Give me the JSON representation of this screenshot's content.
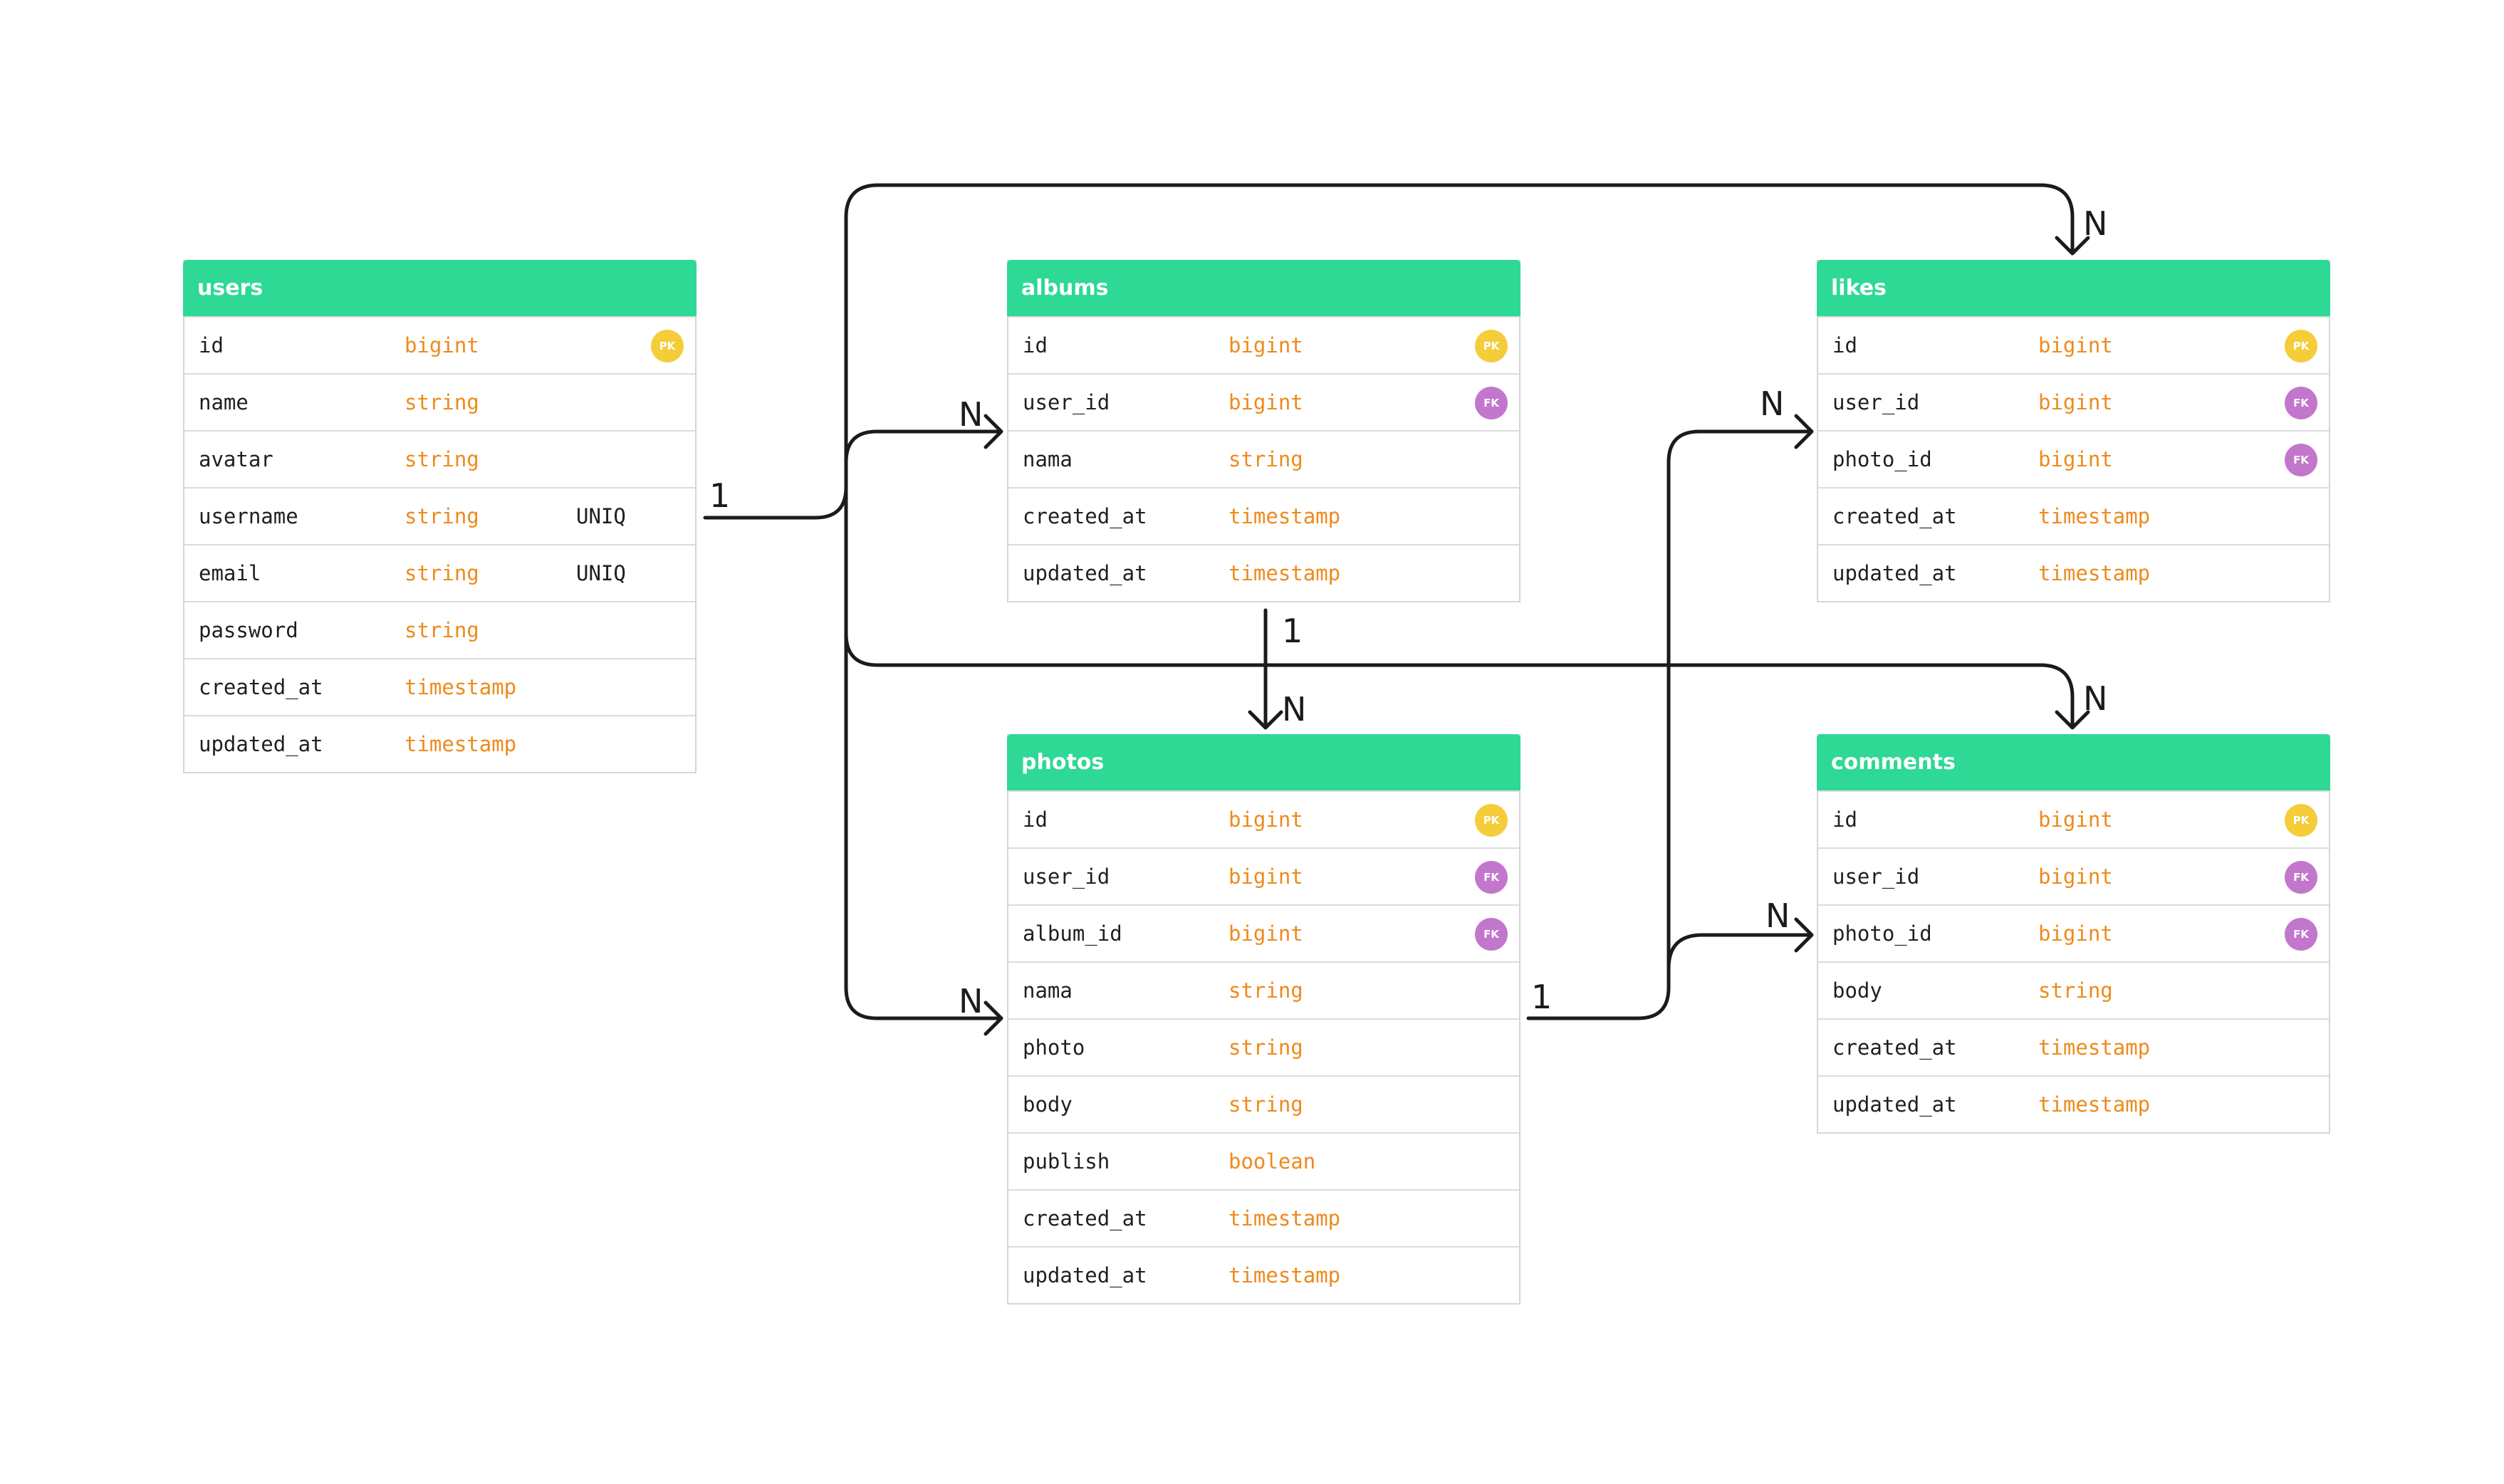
{
  "colors": {
    "header": "#2ed895",
    "type_text": "#ee8a1c",
    "pk_badge": "#f5cd3a",
    "fk_badge": "#c276cc",
    "line": "#1b1b1b"
  },
  "tables": {
    "users": {
      "name": "users",
      "fields": [
        {
          "name": "id",
          "type": "bigint",
          "constraint": "",
          "key": "PK"
        },
        {
          "name": "name",
          "type": "string",
          "constraint": "",
          "key": ""
        },
        {
          "name": "avatar",
          "type": "string",
          "constraint": "",
          "key": ""
        },
        {
          "name": "username",
          "type": "string",
          "constraint": "UNIQ",
          "key": ""
        },
        {
          "name": "email",
          "type": "string",
          "constraint": "UNIQ",
          "key": ""
        },
        {
          "name": "password",
          "type": "string",
          "constraint": "",
          "key": ""
        },
        {
          "name": "created_at",
          "type": "timestamp",
          "constraint": "",
          "key": ""
        },
        {
          "name": "updated_at",
          "type": "timestamp",
          "constraint": "",
          "key": ""
        }
      ]
    },
    "albums": {
      "name": "albums",
      "fields": [
        {
          "name": "id",
          "type": "bigint",
          "constraint": "",
          "key": "PK"
        },
        {
          "name": "user_id",
          "type": "bigint",
          "constraint": "",
          "key": "FK"
        },
        {
          "name": "nama",
          "type": "string",
          "constraint": "",
          "key": ""
        },
        {
          "name": "created_at",
          "type": "timestamp",
          "constraint": "",
          "key": ""
        },
        {
          "name": "updated_at",
          "type": "timestamp",
          "constraint": "",
          "key": ""
        }
      ]
    },
    "likes": {
      "name": "likes",
      "fields": [
        {
          "name": "id",
          "type": "bigint",
          "constraint": "",
          "key": "PK"
        },
        {
          "name": "user_id",
          "type": "bigint",
          "constraint": "",
          "key": "FK"
        },
        {
          "name": "photo_id",
          "type": "bigint",
          "constraint": "",
          "key": "FK"
        },
        {
          "name": "created_at",
          "type": "timestamp",
          "constraint": "",
          "key": ""
        },
        {
          "name": "updated_at",
          "type": "timestamp",
          "constraint": "",
          "key": ""
        }
      ]
    },
    "photos": {
      "name": "photos",
      "fields": [
        {
          "name": "id",
          "type": "bigint",
          "constraint": "",
          "key": "PK"
        },
        {
          "name": "user_id",
          "type": "bigint",
          "constraint": "",
          "key": "FK"
        },
        {
          "name": "album_id",
          "type": "bigint",
          "constraint": "",
          "key": "FK"
        },
        {
          "name": "nama",
          "type": "string",
          "constraint": "",
          "key": ""
        },
        {
          "name": "photo",
          "type": "string",
          "constraint": "",
          "key": ""
        },
        {
          "name": "body",
          "type": "string",
          "constraint": "",
          "key": ""
        },
        {
          "name": "publish",
          "type": "boolean",
          "constraint": "",
          "key": ""
        },
        {
          "name": "created_at",
          "type": "timestamp",
          "constraint": "",
          "key": ""
        },
        {
          "name": "updated_at",
          "type": "timestamp",
          "constraint": "",
          "key": ""
        }
      ]
    },
    "comments": {
      "name": "comments",
      "fields": [
        {
          "name": "id",
          "type": "bigint",
          "constraint": "",
          "key": "PK"
        },
        {
          "name": "user_id",
          "type": "bigint",
          "constraint": "",
          "key": "FK"
        },
        {
          "name": "photo_id",
          "type": "bigint",
          "constraint": "",
          "key": "FK"
        },
        {
          "name": "body",
          "type": "string",
          "constraint": "",
          "key": ""
        },
        {
          "name": "created_at",
          "type": "timestamp",
          "constraint": "",
          "key": ""
        },
        {
          "name": "updated_at",
          "type": "timestamp",
          "constraint": "",
          "key": ""
        }
      ]
    }
  },
  "relations": [
    {
      "id": "users-likes",
      "from": "users",
      "to": "likes",
      "to_card": "N"
    },
    {
      "id": "users-albums",
      "from": "users",
      "to": "albums",
      "to_card": "N"
    },
    {
      "id": "users-comments",
      "from": "users",
      "to": "comments",
      "to_card": "N"
    },
    {
      "id": "users-photos",
      "from": "users",
      "to": "photos",
      "to_card": "N"
    },
    {
      "id": "albums-photos",
      "from": "albums",
      "to": "photos",
      "from_card": "1",
      "to_card": "N"
    },
    {
      "id": "photos-likes",
      "from": "photos",
      "to": "likes",
      "to_card": "N"
    },
    {
      "id": "photos-comments",
      "from": "photos",
      "to": "comments",
      "to_card": "N"
    }
  ],
  "cardinality_labels": {
    "users_one": "1",
    "photos_one": "1"
  }
}
